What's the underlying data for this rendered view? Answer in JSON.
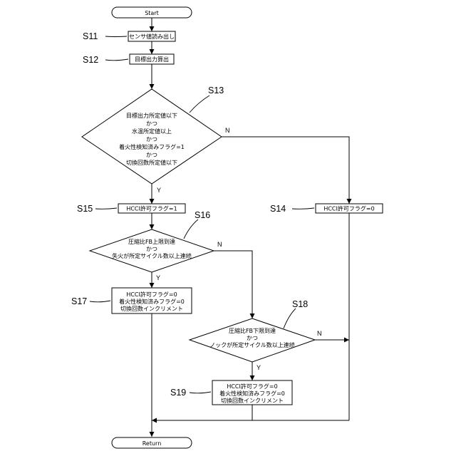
{
  "terminals": {
    "start": "Start",
    "return": "Return"
  },
  "steps": {
    "s11": {
      "label": "S11",
      "text": "センサ値読み出し"
    },
    "s12": {
      "label": "S12",
      "text": "目標出力算出"
    },
    "s13": {
      "label": "S13",
      "lines": [
        "目標出力所定値以下",
        "かつ",
        "水温所定値以上",
        "かつ",
        "着火性検知済みフラグ=1",
        "かつ",
        "切換回数所定値以下"
      ]
    },
    "s14": {
      "label": "S14",
      "text": "HCCI許可フラグ=0"
    },
    "s15": {
      "label": "S15",
      "text": "HCCI許可フラグ=1"
    },
    "s16": {
      "label": "S16",
      "lines": [
        "圧縮比FB上限到達",
        "かつ",
        "失火が所定サイクル数以上連続"
      ]
    },
    "s17": {
      "label": "S17",
      "lines": [
        "HCCI許可フラグ=0",
        "着火性検知済みフラグ=0",
        "切換回数インクリメント"
      ]
    },
    "s18": {
      "label": "S18",
      "lines": [
        "圧縮比FB下限到達",
        "かつ",
        "ノックが所定サイクル数以上連続"
      ]
    },
    "s19": {
      "label": "S19",
      "lines": [
        "HCCI許可フラグ=0",
        "着火性検知済みフラグ=0",
        "切換回数インクリメント"
      ]
    }
  },
  "branches": {
    "yes": "Y",
    "no": "N"
  }
}
